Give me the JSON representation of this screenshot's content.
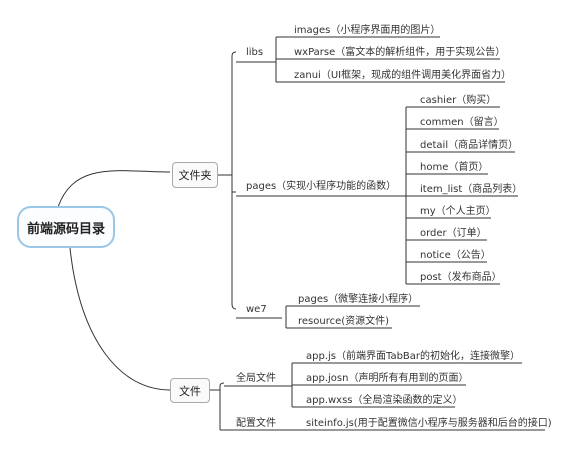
{
  "root": "前端源码目录",
  "folders": {
    "label": "文件夹",
    "libs": {
      "label": "libs",
      "items": [
        "images（小程序界面用的图片）",
        "wxParse（富文本的解析组件，用于实现公告）",
        "zanui（UI框架，现成的组件调用美化界面省力）"
      ]
    },
    "pages": {
      "label": "pages（实现小程序功能的函数）",
      "items": [
        "cashier（购买）",
        "commen（留言）",
        "detail（商品详情页）",
        "home（首页）",
        "item_list（商品列表）",
        "my（个人主页）",
        "order（订单）",
        "notice（公告）",
        "post（发布商品）"
      ]
    },
    "we7": {
      "label": "we7",
      "items": [
        "pages（微擎连接小程序）",
        "resource(资源文件)"
      ]
    }
  },
  "files": {
    "label": "文件",
    "global": {
      "label": "全局文件",
      "items": [
        "app.js（前端界面TabBar的初始化，连接微擎）",
        "app.josn（声明所有有用到的页面）",
        "app.wxss（全局渲染函数的定义）"
      ]
    },
    "config": {
      "label": "配置文件",
      "items": [
        "siteinfo.js(用于配置微信小程序与服务器和后台的接口)"
      ]
    }
  }
}
